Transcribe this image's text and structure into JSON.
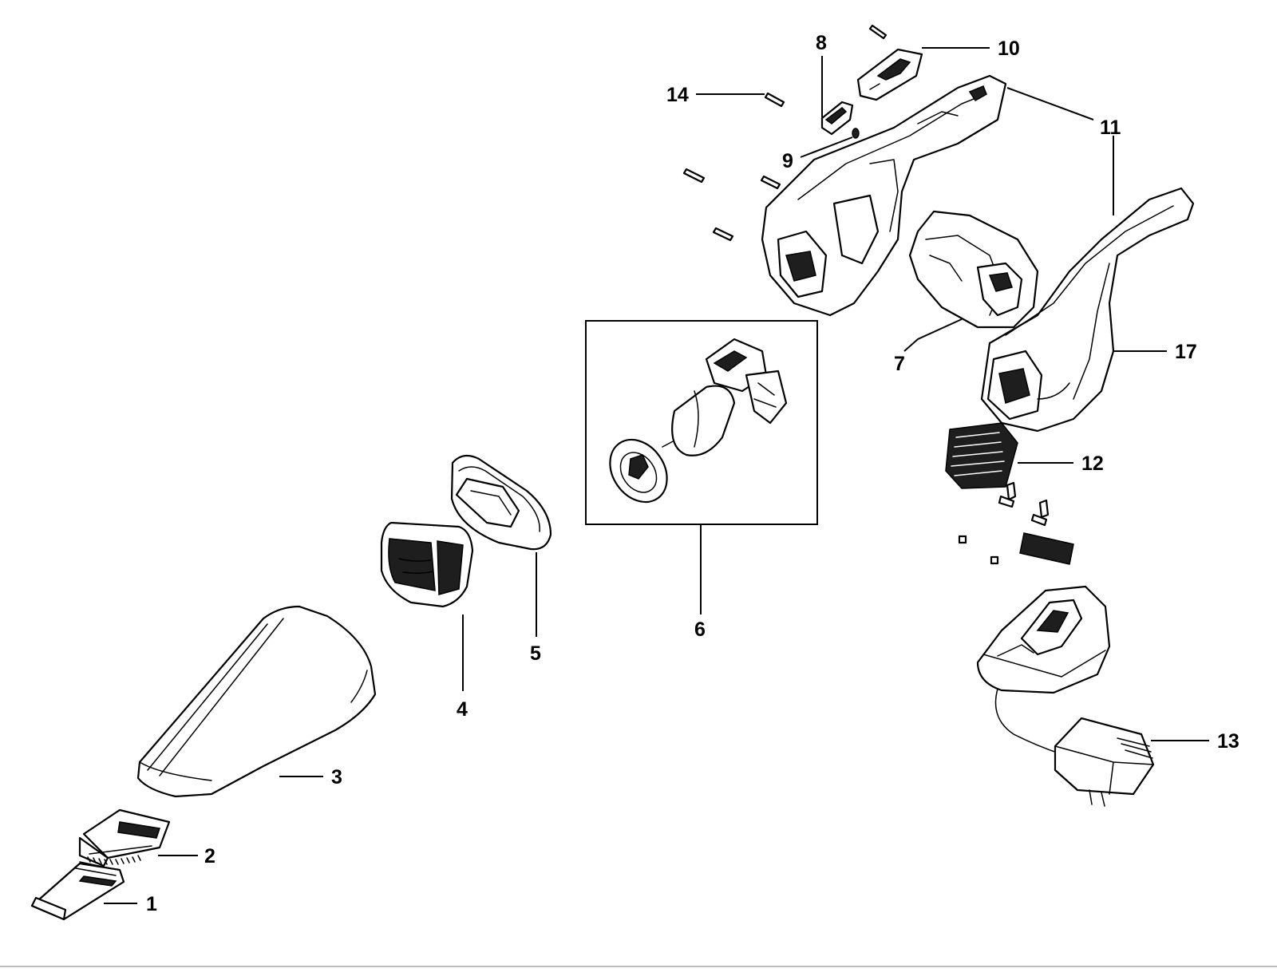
{
  "diagram": {
    "callouts": [
      {
        "id": "p1",
        "label": "1"
      },
      {
        "id": "p2",
        "label": "2"
      },
      {
        "id": "p3",
        "label": "3"
      },
      {
        "id": "p4",
        "label": "4"
      },
      {
        "id": "p5",
        "label": "5"
      },
      {
        "id": "p6",
        "label": "6"
      },
      {
        "id": "p7",
        "label": "7"
      },
      {
        "id": "p8",
        "label": "8"
      },
      {
        "id": "p9",
        "label": "9"
      },
      {
        "id": "p10",
        "label": "10"
      },
      {
        "id": "p11",
        "label": "11"
      },
      {
        "id": "p12",
        "label": "12"
      },
      {
        "id": "p13",
        "label": "13"
      },
      {
        "id": "p14",
        "label": "14"
      },
      {
        "id": "p17",
        "label": "17"
      }
    ]
  }
}
